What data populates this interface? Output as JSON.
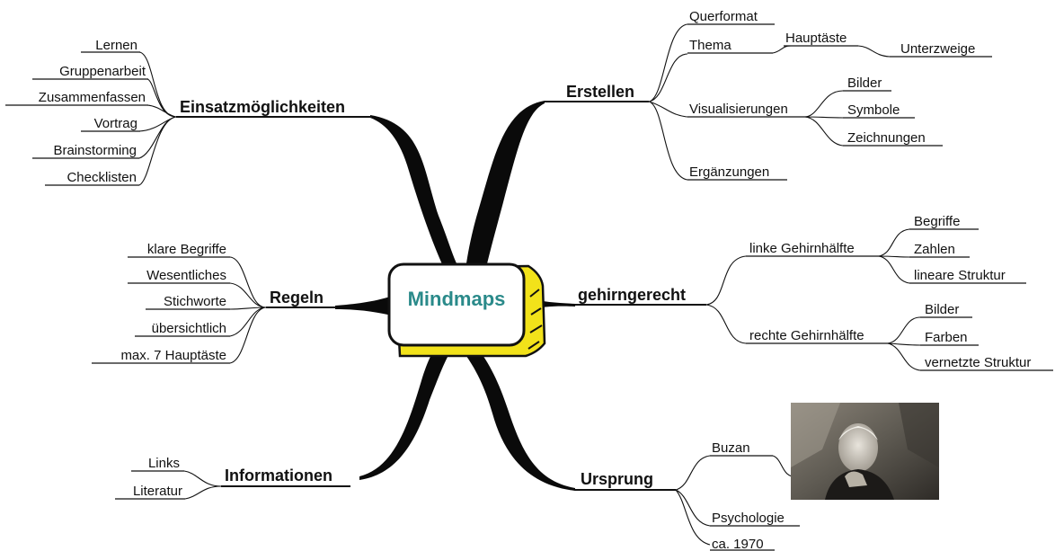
{
  "center": {
    "label": "Mindmaps",
    "text_color": "#2a8a8a",
    "box_side_color": "#f2e21a"
  },
  "branches": {
    "einsatz": {
      "label": "Einsatzmöglichkeiten",
      "items": [
        "Lernen",
        "Gruppenarbeit",
        "Zusammenfassen",
        "Vortrag",
        "Brainstorming",
        "Checklisten"
      ]
    },
    "regeln": {
      "label": "Regeln",
      "items": [
        "klare Begriffe",
        "Wesentliches",
        "Stichworte",
        "übersichtlich",
        "max. 7 Hauptäste"
      ]
    },
    "informationen": {
      "label": "Informationen",
      "items": [
        "Links",
        "Literatur"
      ]
    },
    "erstellen": {
      "label": "Erstellen",
      "items": {
        "querformat": "Querformat",
        "thema": "Thema",
        "hauptaeste": "Hauptäste",
        "unterzweige": "Unterzweige",
        "visualisierungen": "Visualisierungen",
        "bilder": "Bilder",
        "symbole": "Symbole",
        "zeichnungen": "Zeichnungen",
        "ergaenzungen": "Ergänzungen"
      }
    },
    "gehirngerecht": {
      "label": "gehirngerecht",
      "links": {
        "label": "linke Gehirnhälfte",
        "items": [
          "Begriffe",
          "Zahlen",
          "lineare Struktur"
        ]
      },
      "rechts": {
        "label": "rechte Gehirnhälfte",
        "items": [
          "Bilder",
          "Farben",
          "vernetzte Struktur"
        ]
      }
    },
    "ursprung": {
      "label": "Ursprung",
      "items": [
        "Buzan",
        "Psychologie",
        "ca. 1970"
      ]
    }
  }
}
